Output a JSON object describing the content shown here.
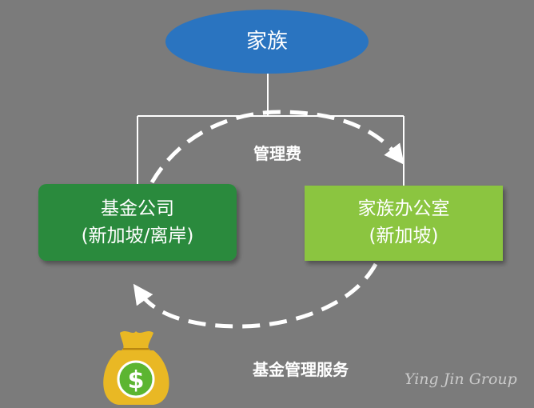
{
  "nodes": {
    "family": {
      "label": "家族"
    },
    "fund_company": {
      "line1": "基金公司",
      "line2": "(新加坡/离岸)"
    },
    "family_office": {
      "line1": "家族办公室",
      "line2": "(新加坡)"
    }
  },
  "edges": {
    "management_fee": "管理费",
    "fund_management_service": "基金管理服务"
  },
  "icons": {
    "money_bag": {
      "name": "money-bag-icon",
      "symbol": "$"
    }
  },
  "watermark": "Ying Jin Group",
  "colors": {
    "background": "#7b7b7b",
    "family_fill": "#2a74c0",
    "fund_company_fill": "#2b8a3e",
    "family_office_fill": "#8bc53f",
    "bag_fill": "#e9b824",
    "coin_fill": "#5cb531"
  }
}
